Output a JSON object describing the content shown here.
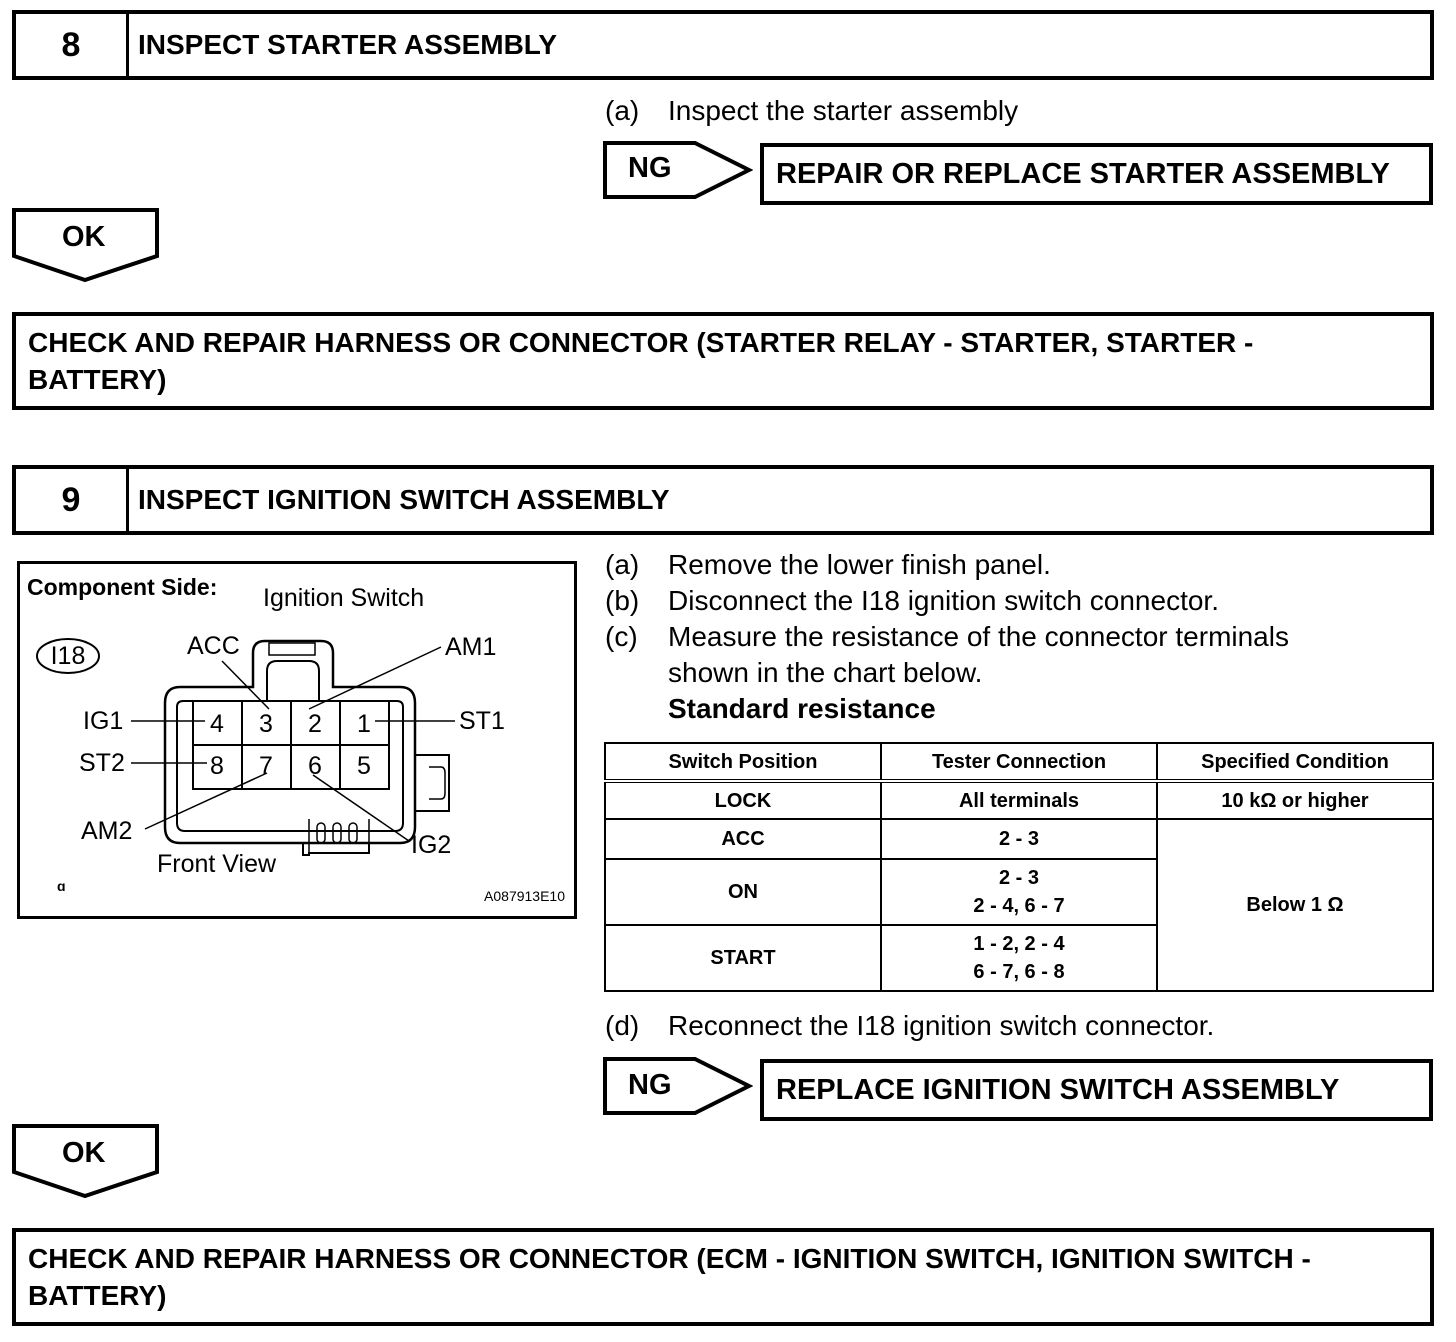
{
  "step8": {
    "number": "8",
    "title": "INSPECT STARTER ASSEMBLY",
    "instructions": [
      {
        "label": "(a)",
        "text": "Inspect the starter assembly"
      }
    ],
    "ng_label": "NG",
    "ng_action": "REPAIR OR REPLACE STARTER ASSEMBLY",
    "ok_label": "OK",
    "ok_action_line1": "CHECK AND REPAIR HARNESS OR CONNECTOR (STARTER RELAY - STARTER, STARTER -",
    "ok_action_line2": "BATTERY)"
  },
  "step9": {
    "number": "9",
    "title": "INSPECT IGNITION SWITCH ASSEMBLY",
    "figure": {
      "component_side": "Component Side:",
      "component_name": "Ignition Switch",
      "connector_id": "I18",
      "view_label": "Front View",
      "figure_code": "A087913E10",
      "corner_mark": "ɑ",
      "pins_top": [
        "4",
        "3",
        "2",
        "1"
      ],
      "pins_bottom": [
        "8",
        "7",
        "6",
        "5"
      ],
      "terminals": {
        "acc": "ACC",
        "am1": "AM1",
        "ig1": "IG1",
        "st1": "ST1",
        "st2": "ST2",
        "am2": "AM2",
        "ig2": "IG2"
      }
    },
    "instructions": [
      {
        "label": "(a)",
        "text": "Remove the lower finish panel."
      },
      {
        "label": "(b)",
        "text": "Disconnect the I18 ignition switch connector."
      },
      {
        "label": "(c)",
        "text": "Measure the resistance of the connector terminals"
      },
      {
        "label": "",
        "text": "shown in the chart below."
      }
    ],
    "standard_label": "Standard resistance",
    "table": {
      "headers": [
        "Switch Position",
        "Tester Connection",
        "Specified Condition"
      ],
      "rows": [
        {
          "position": "LOCK",
          "connection": [
            "All terminals"
          ],
          "condition": "10 kΩ or higher"
        },
        {
          "position": "ACC",
          "connection": [
            "2 - 3"
          ]
        },
        {
          "position": "ON",
          "connection": [
            "2 - 3",
            "2 - 4, 6 - 7"
          ]
        },
        {
          "position": "START",
          "connection": [
            "1 - 2, 2 - 4",
            "6 - 7, 6 - 8"
          ]
        }
      ],
      "merged_condition": "Below 1 Ω"
    },
    "instruction_d": {
      "label": "(d)",
      "text": "Reconnect the I18 ignition switch connector."
    },
    "ng_label": "NG",
    "ng_action": "REPLACE IGNITION SWITCH ASSEMBLY",
    "ok_label": "OK",
    "ok_action_line1": "CHECK AND REPAIR HARNESS OR CONNECTOR (ECM - IGNITION SWITCH, IGNITION SWITCH -",
    "ok_action_line2": "BATTERY)"
  }
}
